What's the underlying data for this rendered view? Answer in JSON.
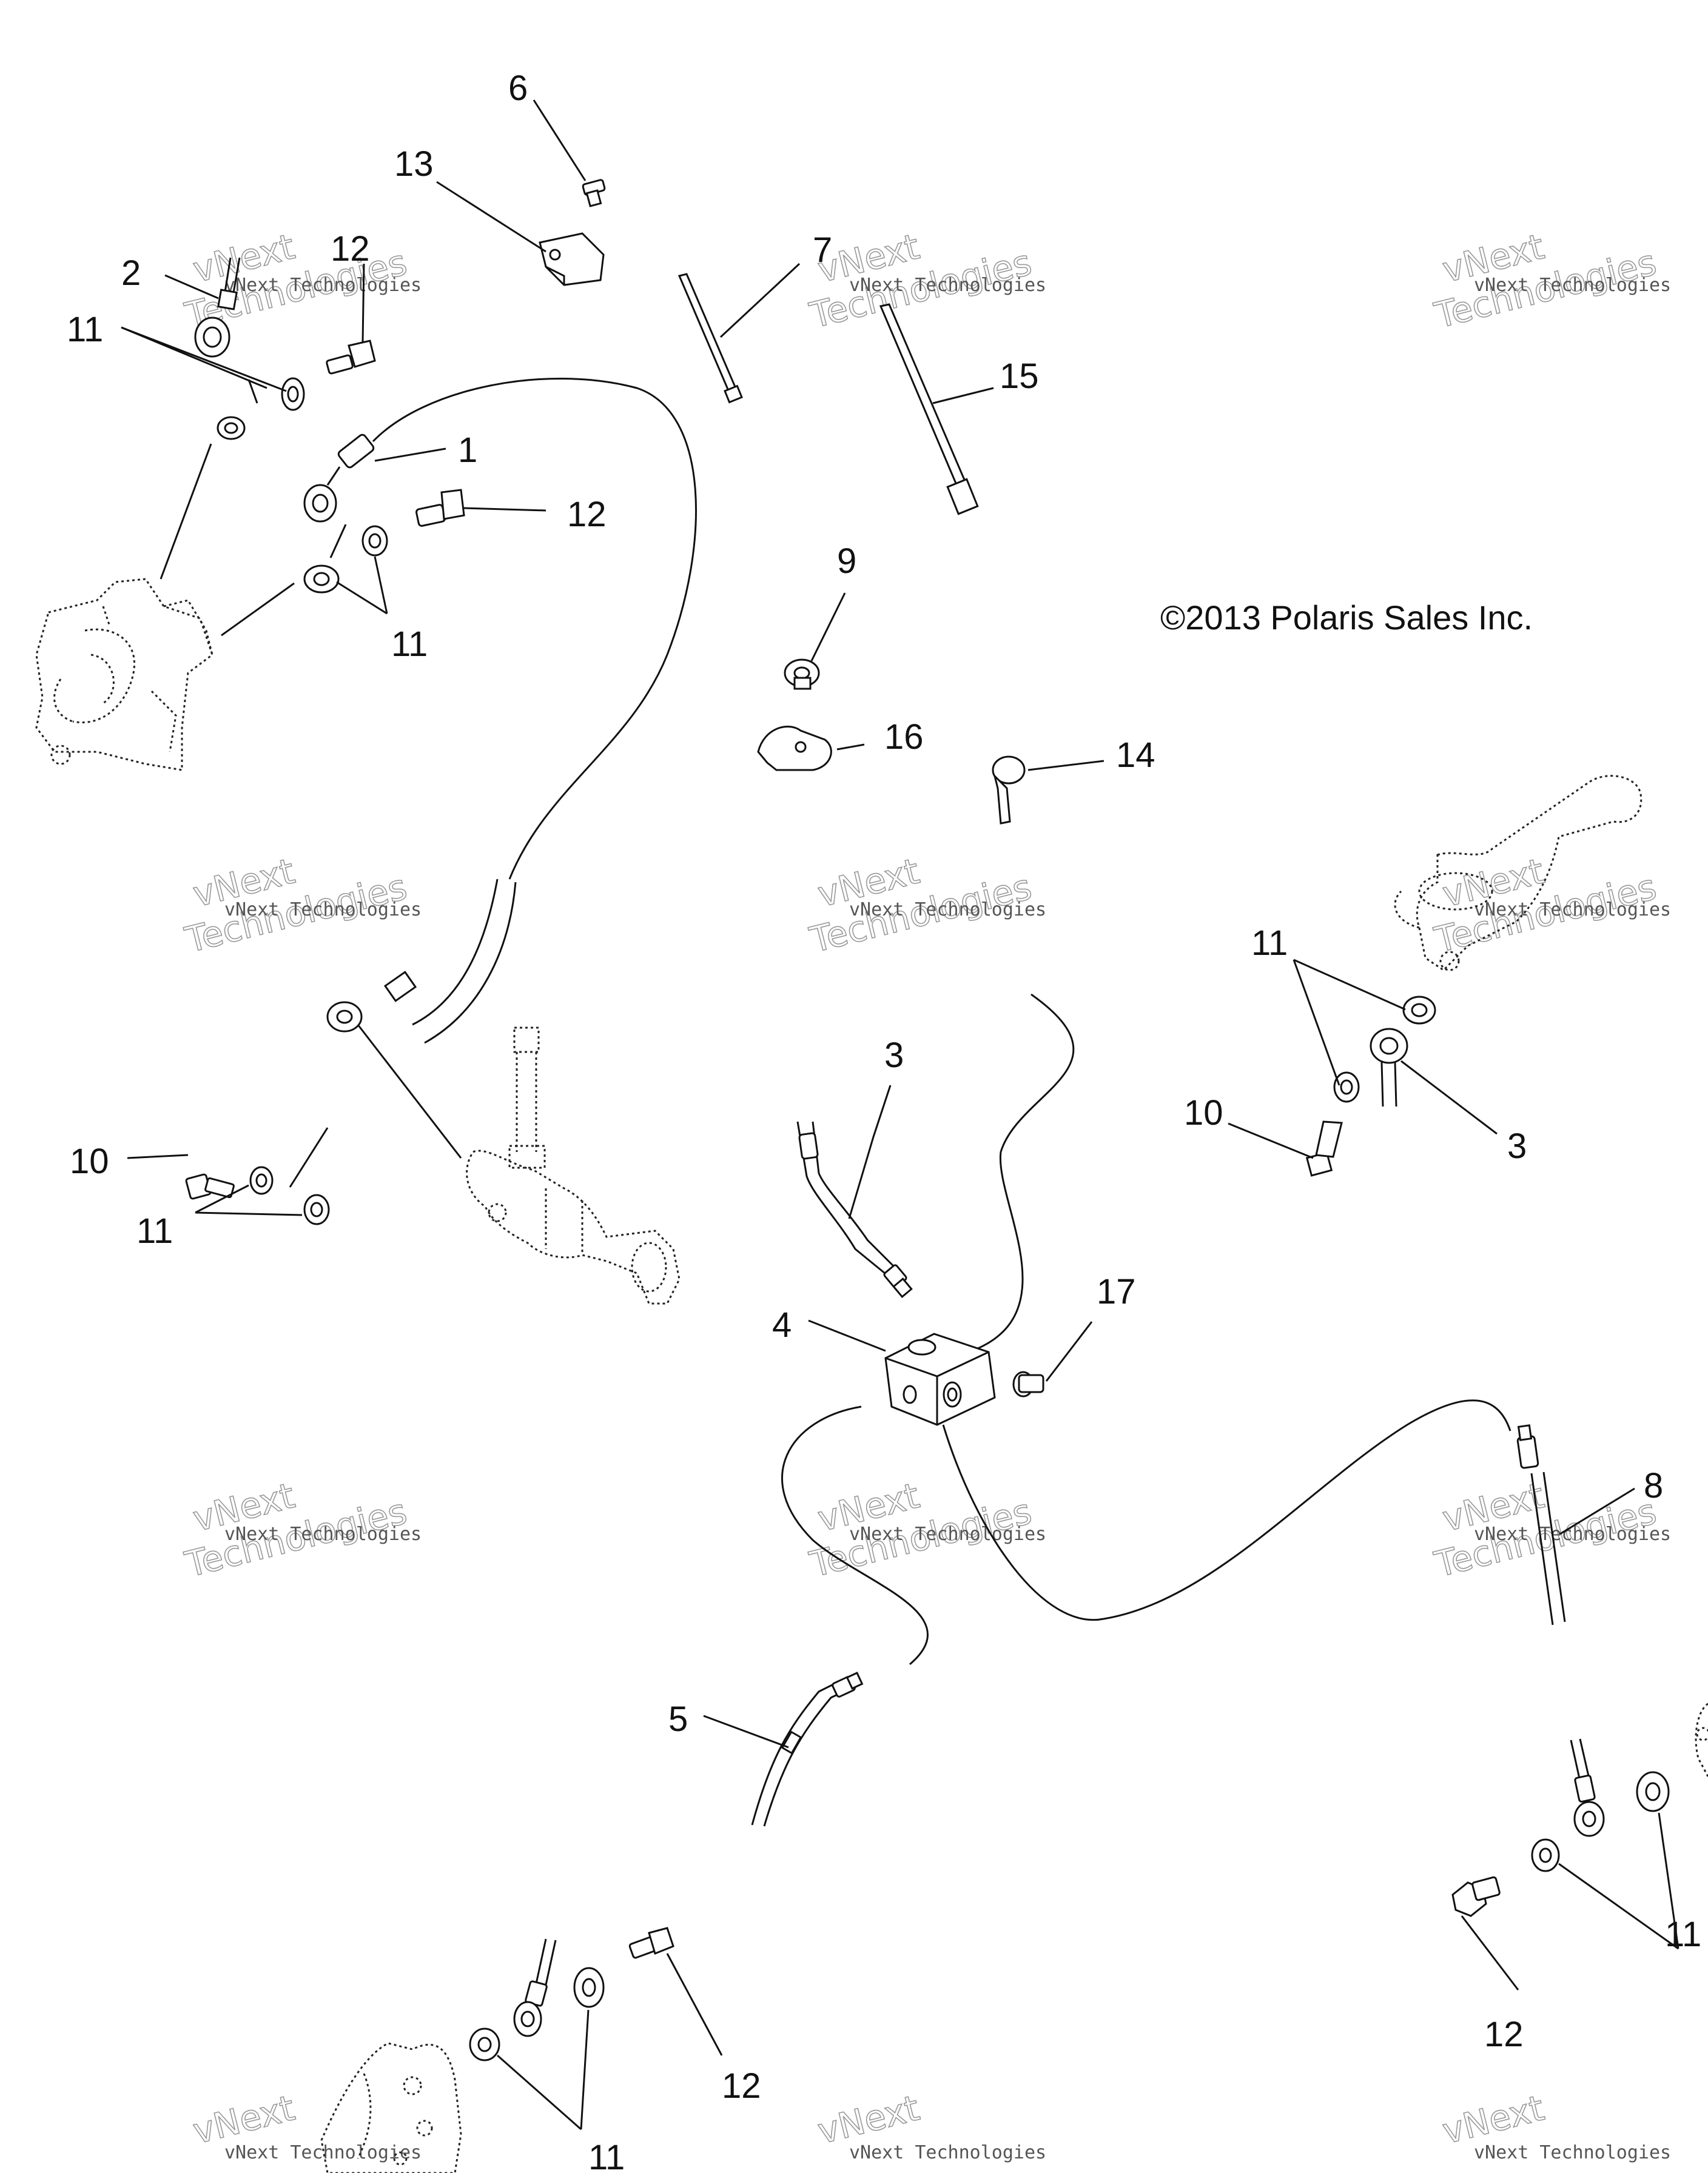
{
  "copyright": "©2013 Polaris Sales Inc.",
  "watermark": {
    "line1": "vNext Technologies",
    "line2": "vNext",
    "line3": "Technologies"
  },
  "callouts": {
    "c1": "1",
    "c2": "2",
    "c3a": "3",
    "c3b": "3",
    "c4": "4",
    "c5": "5",
    "c6": "6",
    "c7": "7",
    "c8": "8",
    "c9": "9",
    "c10a": "10",
    "c10b": "10",
    "c11a": "11",
    "c11b": "11",
    "c11c": "11",
    "c11d": "11",
    "c11e": "11",
    "c11f": "11",
    "c12a": "12",
    "c12b": "12",
    "c12c": "12",
    "c12d": "12",
    "c13": "13",
    "c14": "14",
    "c15": "15",
    "c16": "16",
    "c17": "17"
  },
  "colors": {
    "ink": "#111111",
    "watermark": "#999999",
    "background": "#ffffff"
  }
}
